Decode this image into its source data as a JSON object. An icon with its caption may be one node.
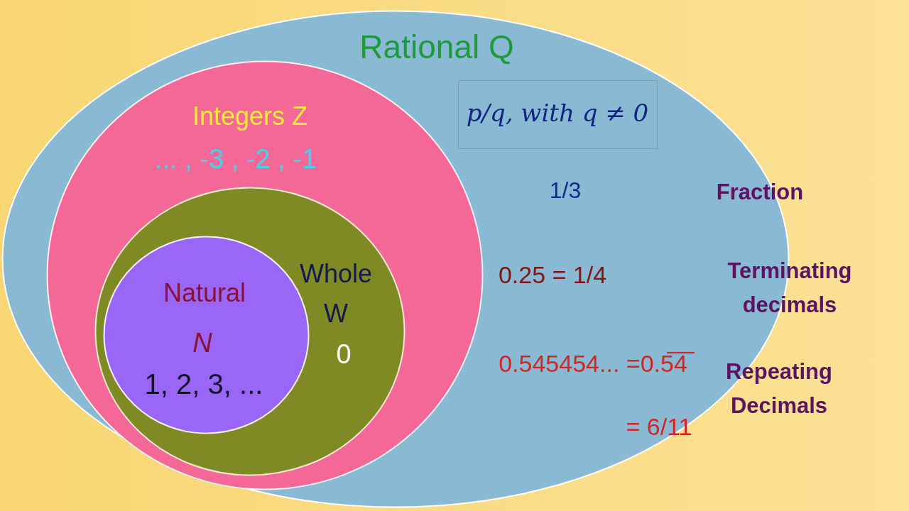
{
  "diagram": {
    "nodes": [
      {
        "text": [
          "Rational Q",
          "1/3",
          "0.25 = 1/4",
          "0.545454... =0.5̅4̅",
          "= 6/11"
        ]
      },
      {
        "text": [
          "Integers Z",
          "... , -3 , -2 , -1"
        ],
        "in": 0
      },
      {
        "text": [
          "Whole W",
          "0"
        ],
        "in": 1
      },
      {
        "text": [
          "Natural",
          "N",
          "1, 2, 3, ..."
        ],
        "in": 2
      },
      {
        "text": [
          "p/q, with q ≠ 0"
        ],
        "in": 0
      }
    ],
    "labels": [
      "Fraction",
      "Terminating decimals",
      "Repeating Decimals"
    ]
  }
}
